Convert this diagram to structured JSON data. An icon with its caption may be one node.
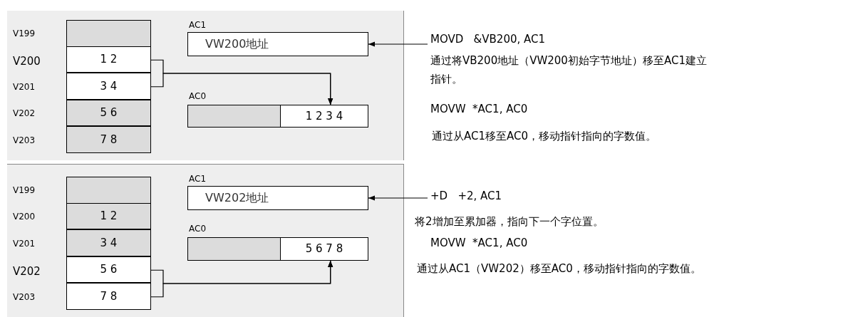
{
  "diagram": {
    "nodes": [
      {
        "text": [],
        "shape": "box",
        "beside": [
          "V199"
        ]
      },
      {
        "text": [
          "1 2"
        ],
        "beside": [
          "V200"
        ]
      },
      {
        "text": [
          "3 4"
        ],
        "beside": [
          "V201"
        ]
      },
      {
        "text": [
          "5 6"
        ],
        "beside": [
          "V202"
        ]
      },
      {
        "text": [
          "7 8"
        ],
        "beside": [
          "V203"
        ]
      },
      {
        "text": [
          "AC1",
          "VW200地址"
        ]
      },
      {
        "text": [
          "AC0"
        ]
      },
      {
        "text": [],
        "shape": "box",
        "in": 6
      },
      {
        "text": [
          "1 2 3 4"
        ],
        "in": 6
      },
      {
        "text": [
          "MOVD   &VB200, AC1"
        ]
      },
      {
        "text": [],
        "shape": "box",
        "beside": [
          "V199"
        ]
      },
      {
        "text": [
          "1 2"
        ],
        "beside": [
          "V200"
        ]
      },
      {
        "text": [
          "3 4"
        ],
        "beside": [
          "V201"
        ]
      },
      {
        "text": [
          "5 6"
        ],
        "beside": [
          "V202"
        ]
      },
      {
        "text": [
          "7 8"
        ],
        "beside": [
          "V203"
        ]
      },
      {
        "text": [
          "AC1",
          "VW202地址"
        ]
      },
      {
        "text": [
          "AC0"
        ]
      },
      {
        "text": [],
        "shape": "box",
        "in": 16
      },
      {
        "text": [
          "5 6 7 8"
        ],
        "in": 16
      },
      {
        "text": [
          "+D   +2, AC1"
        ]
      }
    ],
    "edges": [
      {
        "from": 9,
        "to": 5,
        "arrow": "to"
      },
      {
        "from": 1,
        "to": 8,
        "arrow": "to"
      },
      {
        "from": 2,
        "to": 8,
        "arrow": "to"
      },
      {
        "from": 19,
        "to": 15,
        "arrow": "to"
      },
      {
        "from": 13,
        "to": 18,
        "arrow": "to"
      },
      {
        "from": 14,
        "to": 18,
        "arrow": "to"
      }
    ],
    "labels": [
      "通过将VB200地址（VW200初始字节地址）移至AC1建立指针。",
      "MOVW  *AC1, AC0",
      "通过从AC1移至AC0，移动指针指向的字数值。",
      "将2增加至累加器，指向下一个字位置。",
      "MOVW  *AC1, AC0",
      "通过从AC1（VW202）移至AC0，移动指针指向的字数值。"
    ]
  }
}
